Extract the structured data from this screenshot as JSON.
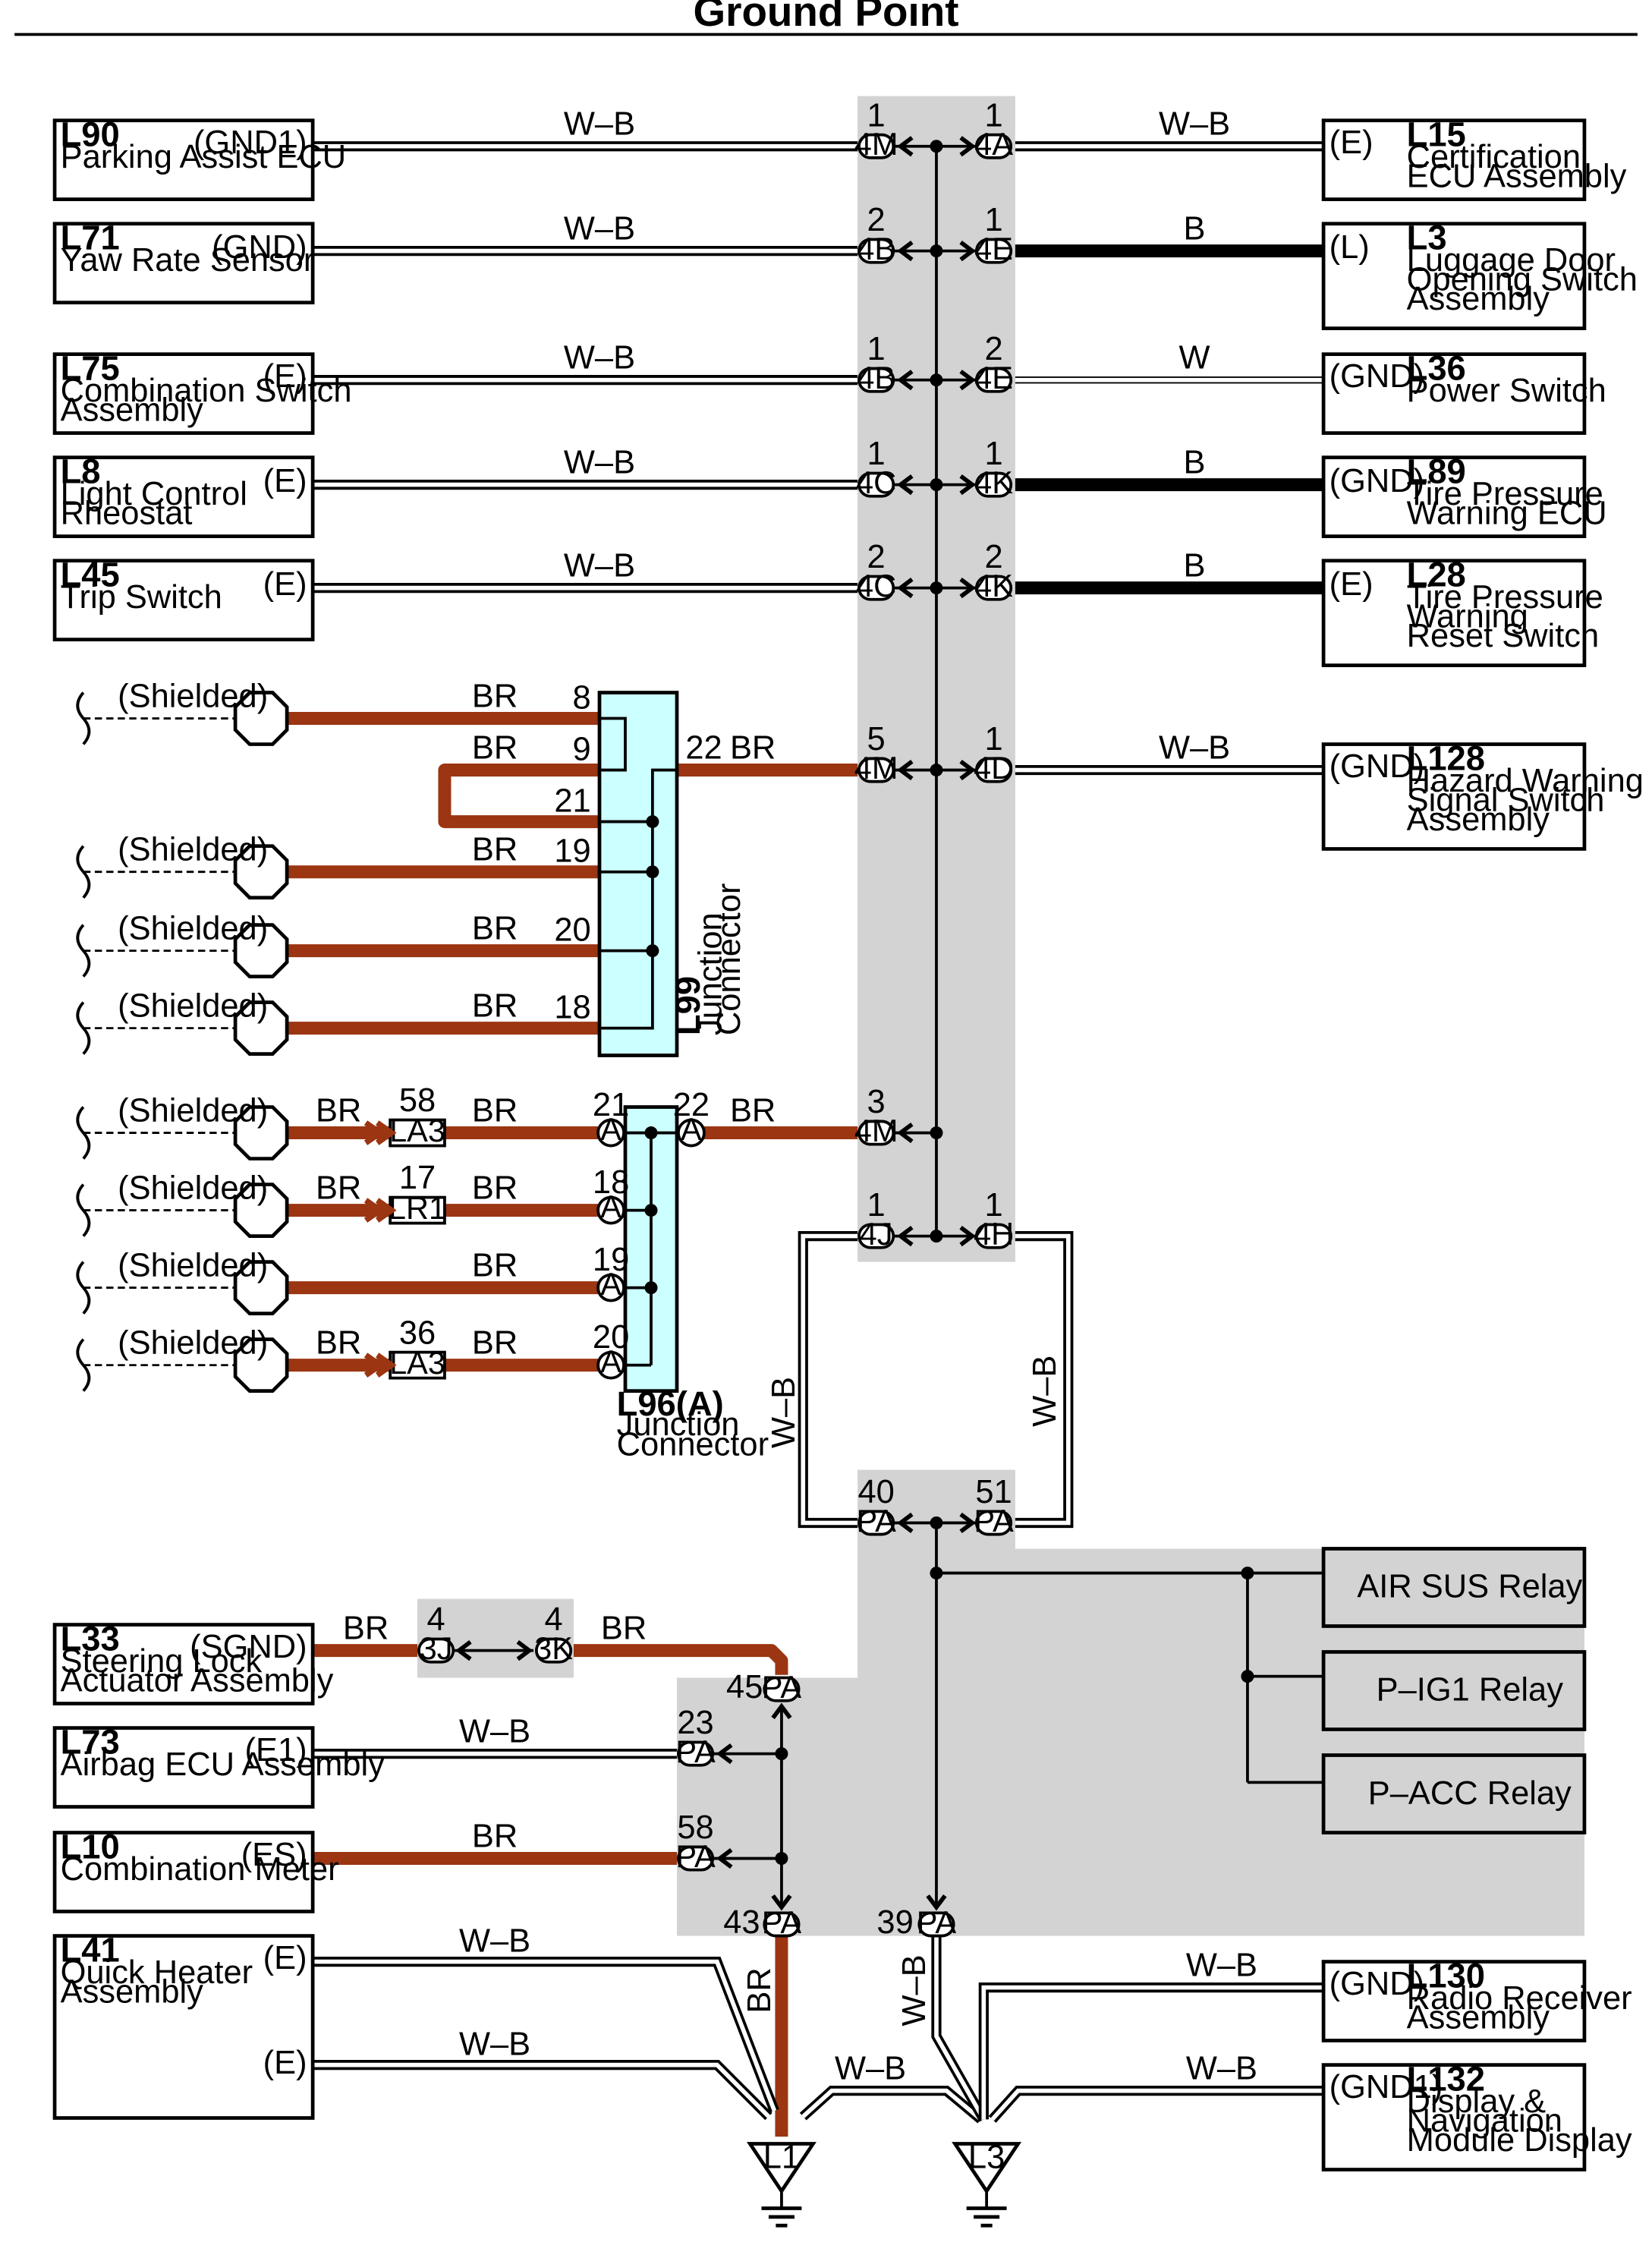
{
  "title": "Ground Point",
  "left_components": [
    {
      "code": "L90",
      "name": [
        "Parking Assist ECU"
      ],
      "terminal": "(GND1)"
    },
    {
      "code": "L71",
      "name": [
        "Yaw Rate Sensor"
      ],
      "terminal": "(GND)"
    },
    {
      "code": "L75",
      "name": [
        "Combination Switch",
        "Assembly"
      ],
      "terminal": "(E)"
    },
    {
      "code": "L8",
      "name": [
        "Light Control",
        "Rheostat"
      ],
      "terminal": "(E)"
    },
    {
      "code": "L45",
      "name": [
        "Trip Switch"
      ],
      "terminal": "(E)"
    },
    {
      "code": "L33",
      "name": [
        "Steering Lock",
        "Actuator Assembly"
      ],
      "terminal": "(SGND)"
    },
    {
      "code": "L73",
      "name": [
        "Airbag ECU Assembly"
      ],
      "terminal": "(E1)"
    },
    {
      "code": "L10",
      "name": [
        "Combination Meter"
      ],
      "terminal": "(ES)"
    },
    {
      "code": "L41",
      "name": [
        "Quick Heater",
        "Assembly"
      ],
      "terminals": [
        "(E)",
        "(E)"
      ]
    }
  ],
  "right_components": [
    {
      "code": "L15",
      "name": [
        "Certification",
        "ECU Assembly"
      ],
      "terminal": "(E)"
    },
    {
      "code": "L3",
      "name": [
        "Luggage Door",
        "Opening Switch",
        "Assembly"
      ],
      "terminal": "(L)"
    },
    {
      "code": "L36",
      "name": [
        "Power Switch"
      ],
      "terminal": "(GND)"
    },
    {
      "code": "L89",
      "name": [
        "Tire Pressure",
        "Warning ECU"
      ],
      "terminal": "(GND)"
    },
    {
      "code": "L28",
      "name": [
        "Tire Pressure",
        "Warning",
        "Reset Switch"
      ],
      "terminal": "(E)"
    },
    {
      "code": "L128",
      "name": [
        "Hazard Warning",
        "Signal Switch",
        "Assembly"
      ],
      "terminal": "(GND)"
    },
    {
      "code": "L130",
      "name": [
        "Radio Receiver",
        "Assembly"
      ],
      "terminal": "(GND)"
    },
    {
      "code": "L132",
      "name": [
        "Display &",
        "Navigation",
        "Module Display"
      ],
      "terminal": "(GND1)"
    }
  ],
  "relays": [
    "AIR SUS Relay",
    "P–IG1 Relay",
    "P–ACC Relay"
  ],
  "junction_connectors": [
    {
      "code": "L99",
      "name": [
        "Junction",
        "Connector"
      ]
    },
    {
      "code": "L96(A)",
      "name": [
        "Junction",
        "Connector"
      ]
    }
  ],
  "shielded_label": "(Shielded)",
  "wire_colors": {
    "W–B": "W–B",
    "B": "B",
    "W": "W",
    "BR": "BR"
  },
  "connectors": {
    "4M": "4M",
    "4A": "4A",
    "4B": "4B",
    "4E": "4E",
    "4C": "4C",
    "4K": "4K",
    "4D": "4D",
    "4J": "4J",
    "4H": "4H",
    "PA": "PA",
    "3J": "3J",
    "3K": "3K",
    "LA3": "LA3",
    "LR1": "LR1",
    "A": "A"
  },
  "pins": {
    "r1l": "1",
    "r1r": "1",
    "r2l": "2",
    "r2r": "1",
    "r3l": "1",
    "r3r": "2",
    "r4l": "1",
    "r4r": "1",
    "r5l": "2",
    "r5r": "2",
    "r6l": "5",
    "r6r": "1",
    "m3": "3",
    "j1": "1",
    "h1": "1",
    "pa40": "40",
    "pa51": "51",
    "pa45": "45",
    "pa23": "23",
    "pa58": "58",
    "pa43": "43",
    "pa39": "39",
    "j4a": "4",
    "j4b": "4",
    "l99_8": "8",
    "l99_9": "9",
    "l99_21": "21",
    "l99_19": "19",
    "l99_20": "20",
    "l99_18": "18",
    "l99_22": "22",
    "l96_21": "21",
    "l96_22": "22",
    "l96_18": "18",
    "l96_19": "19",
    "l96_20": "20",
    "la3a": "58",
    "lr1": "17",
    "la3b": "36"
  },
  "grounds": [
    "L1",
    "L3"
  ],
  "colors": {
    "brown": "#9b3512",
    "shade": "#d3d3d3",
    "cyan": "#ccffff",
    "black": "#000000"
  }
}
